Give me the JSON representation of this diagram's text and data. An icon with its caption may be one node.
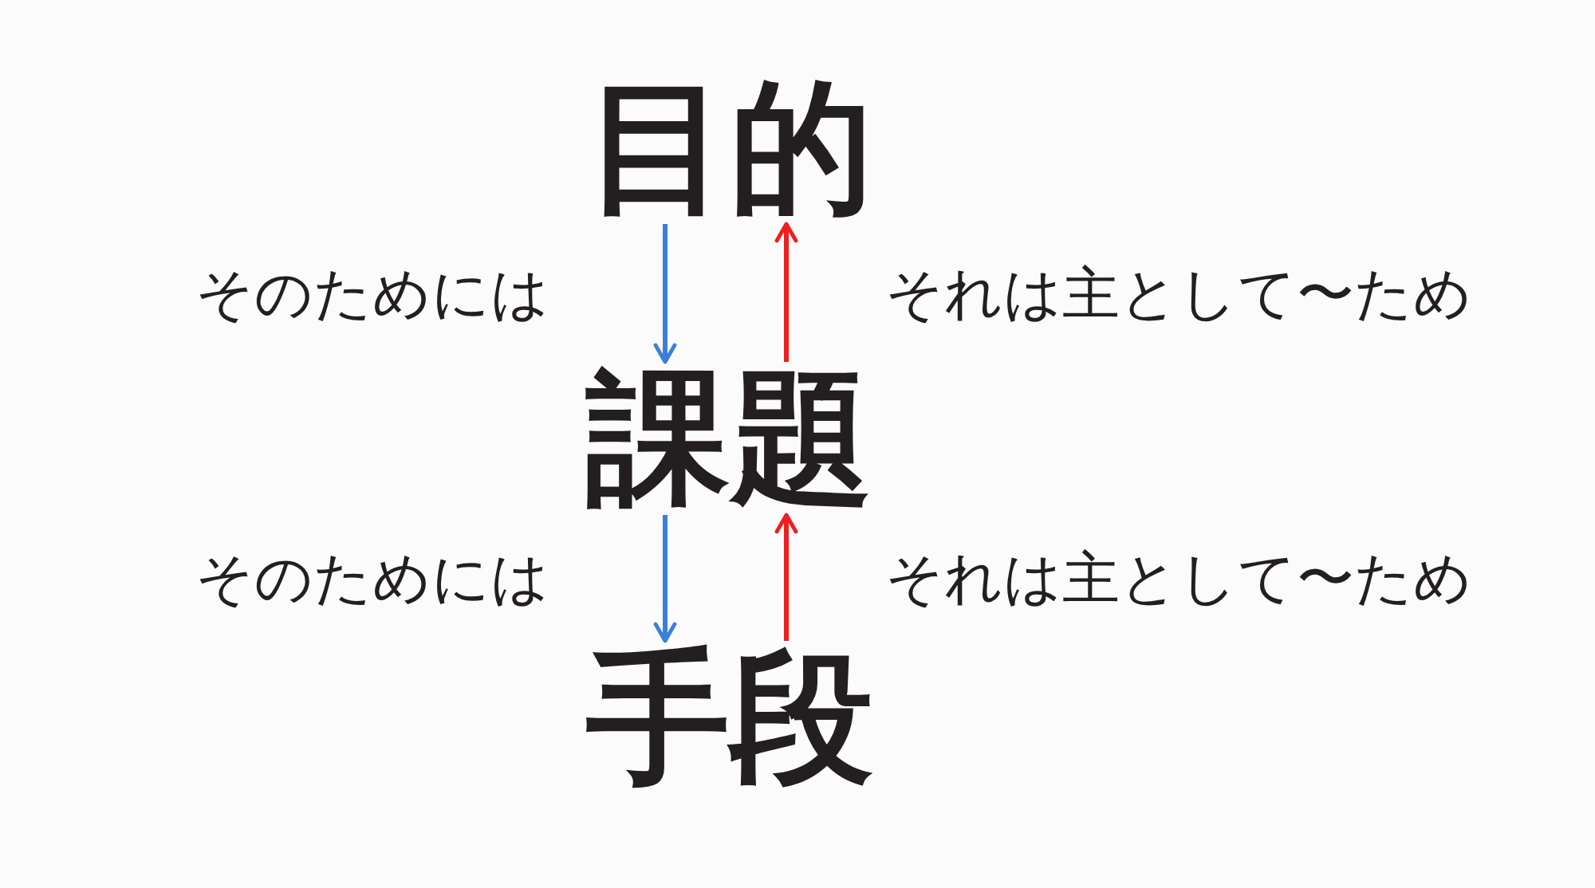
{
  "diagram": {
    "nodes": [
      {
        "text": [
          "目的"
        ]
      },
      {
        "text": [
          "課題"
        ]
      },
      {
        "text": [
          "手段"
        ]
      }
    ],
    "edges": [
      {
        "from": 0,
        "to": 1,
        "arrow": "to",
        "label": "そのためには",
        "color": "#3a80d8"
      },
      {
        "from": 1,
        "to": 0,
        "arrow": "to",
        "label": "それは主として〜ため",
        "color": "#f01e1e"
      },
      {
        "from": 1,
        "to": 2,
        "arrow": "to",
        "label": "そのためには",
        "color": "#3a80d8"
      },
      {
        "from": 2,
        "to": 1,
        "arrow": "to",
        "label": "それは主として〜ため",
        "color": "#f01e1e"
      }
    ]
  }
}
